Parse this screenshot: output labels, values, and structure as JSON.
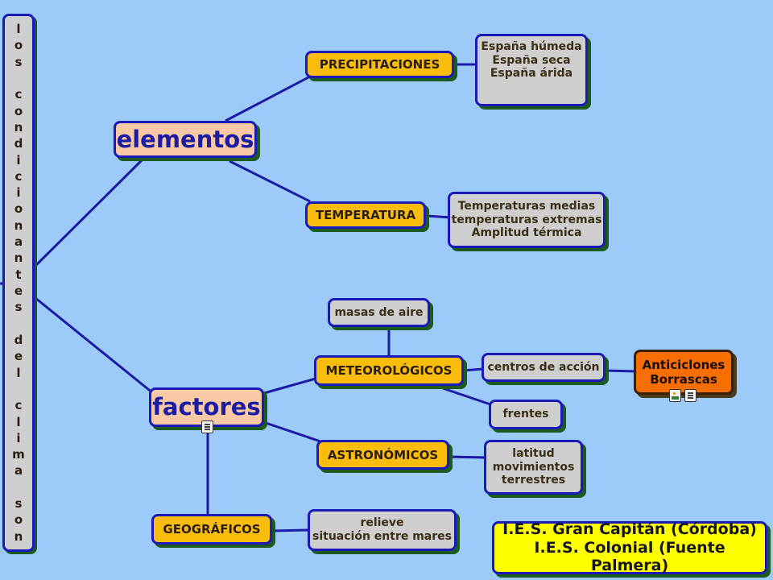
{
  "sidebar": {
    "letters": [
      "l",
      "o",
      "s",
      "",
      "c",
      "o",
      "n",
      "d",
      "i",
      "c",
      "i",
      "o",
      "n",
      "a",
      "n",
      "t",
      "e",
      "s",
      "",
      "d",
      "e",
      "l",
      "",
      "c",
      "l",
      "i",
      "m",
      "a",
      "",
      "s",
      "o",
      "n"
    ]
  },
  "nodes": {
    "elementos": "elementos",
    "factores": "factores",
    "precipitaciones": "PRECIPITACIONES",
    "temperatura": "TEMPERATURA",
    "meteorologicos": "METEOROLÓGICOS",
    "astronomicos": "ASTRONÓMICOS",
    "geograficos": "GEOGRÁFICOS",
    "masas_de_aire": "masas de aire",
    "centros_de_accion": "centros de acción",
    "frentes": "frentes",
    "precip_detail": [
      "España húmeda",
      "España seca",
      "España árida"
    ],
    "temp_detail": [
      "Temperaturas medias",
      "temperaturas extremas",
      "Amplitud térmica"
    ],
    "antic_detail": [
      "Anticiclones",
      "Borrascas"
    ],
    "astro_detail": [
      "latitud",
      "movimientos",
      "terrestres"
    ],
    "geo_detail": [
      "relieve",
      "situación entre mares"
    ],
    "credits": [
      "I.E.S. Gran Capitán (Córdoba)",
      "I.E.S. Colonial (Fuente Palmera)"
    ]
  },
  "colors": {
    "background": "#9ccbf9",
    "connector": "#1a1aa6",
    "main_node": "#f9c9a5",
    "category_node": "#fbbd0c",
    "detail_node": "#cfcfcf",
    "highlight_node": "#f76e00",
    "credits_box": "#ffff00"
  },
  "icons": [
    "note-icon",
    "image-icon"
  ]
}
